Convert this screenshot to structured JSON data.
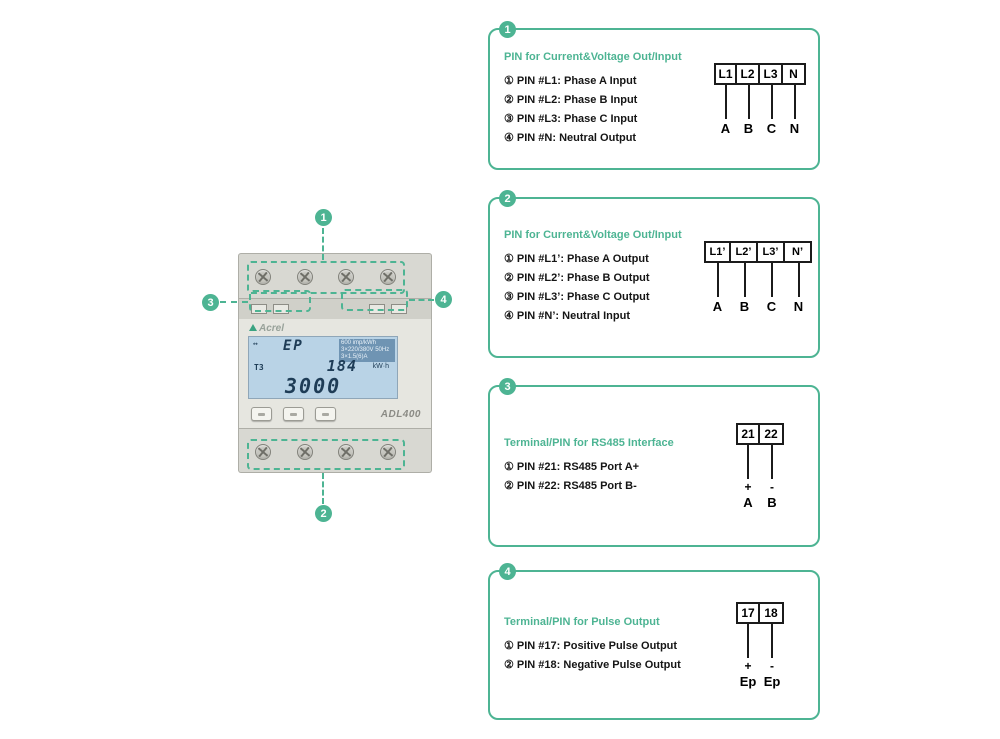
{
  "accent": "#4db493",
  "callouts": {
    "c1": "1",
    "c2": "2",
    "c3": "3",
    "c4": "4"
  },
  "device": {
    "brand": "Acrel",
    "model": "ADL400",
    "lcd": {
      "arrow": "↔",
      "reg": "EP",
      "tariff": "T3",
      "info_lines": [
        "600 imp/kWh",
        "3×220/380V 50Hz",
        "3×1.5(6)A"
      ],
      "value1": "184",
      "unit1": "kW·h",
      "value2": "3000"
    }
  },
  "panels": [
    {
      "badge": "1",
      "title": "PIN for Current&Voltage Out/Input",
      "items": [
        "① PIN #L1: Phase A Input",
        "② PIN #L2: Phase B Input",
        "③ PIN #L3: Phase C Input",
        "④ PIN #N: Neutral Output"
      ],
      "diagram": {
        "boxes": [
          "L1",
          "L2",
          "L3",
          "N"
        ],
        "labels": [
          "A",
          "B",
          "C",
          "N"
        ]
      }
    },
    {
      "badge": "2",
      "title": "PIN for Current&Voltage Out/Input",
      "items": [
        "① PIN #L1’: Phase A Output",
        "② PIN #L2’: Phase B Output",
        "③ PIN #L3’: Phase C Output",
        "④ PIN #N’: Neutral Input"
      ],
      "diagram": {
        "boxes": [
          "L1’",
          "L2’",
          "L3’",
          "N’"
        ],
        "labels": [
          "A",
          "B",
          "C",
          "N"
        ]
      }
    },
    {
      "badge": "3",
      "title": "Terminal/PIN for RS485 Interface",
      "items": [
        "① PIN #21: RS485 Port A+",
        "② PIN #22: RS485 Port B-"
      ],
      "diagram": {
        "boxes": [
          "21",
          "22"
        ],
        "mids": [
          "+",
          "-"
        ],
        "labels": [
          "A",
          "B"
        ]
      }
    },
    {
      "badge": "4",
      "title": "Terminal/PIN for Pulse Output",
      "items": [
        "① PIN #17: Positive Pulse Output",
        "② PIN #18: Negative Pulse Output"
      ],
      "diagram": {
        "boxes": [
          "17",
          "18"
        ],
        "mids": [
          "+",
          "-"
        ],
        "labels": [
          "Ep",
          "Ep"
        ]
      }
    }
  ]
}
